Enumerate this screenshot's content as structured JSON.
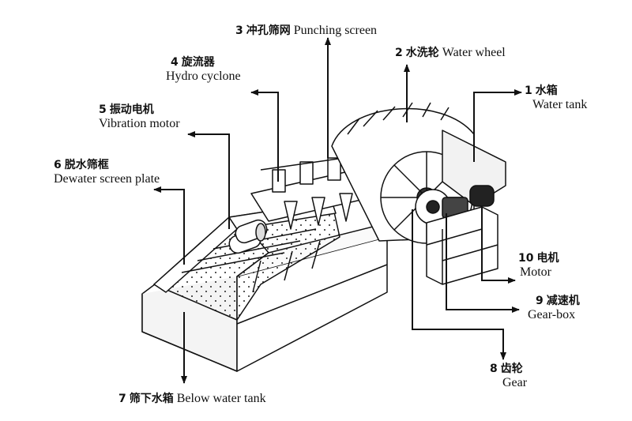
{
  "labels": {
    "punching_screen": {
      "number": "3",
      "cn": "冲孔筛网",
      "en": "Punching screen"
    },
    "water_wheel": {
      "number": "2",
      "cn": "水洗轮",
      "en": "Water wheel"
    },
    "water_tank": {
      "number": "1",
      "cn": "水箱",
      "en": "Water tank"
    },
    "hydro_cyclone": {
      "number": "4",
      "cn": "旋流器",
      "en": "Hydro cyclone"
    },
    "vibration_motor": {
      "number": "5",
      "cn": "振动电机",
      "en": "Vibration motor"
    },
    "dewater_screen_plate": {
      "number": "6",
      "cn": "脱水筛框",
      "en": "Dewater screen plate"
    },
    "motor": {
      "number": "10",
      "cn": "电机",
      "en": "Motor"
    },
    "gear_box": {
      "number": "9",
      "cn": "减速机",
      "en": "Gear-box"
    },
    "gear": {
      "number": "8",
      "cn": "齿轮",
      "en": "Gear"
    },
    "below_water_tank": {
      "number": "7",
      "cn": "筛下水箱",
      "en": "Below water tank"
    }
  },
  "colors": {
    "ink": "#111111",
    "paper": "#ffffff"
  }
}
